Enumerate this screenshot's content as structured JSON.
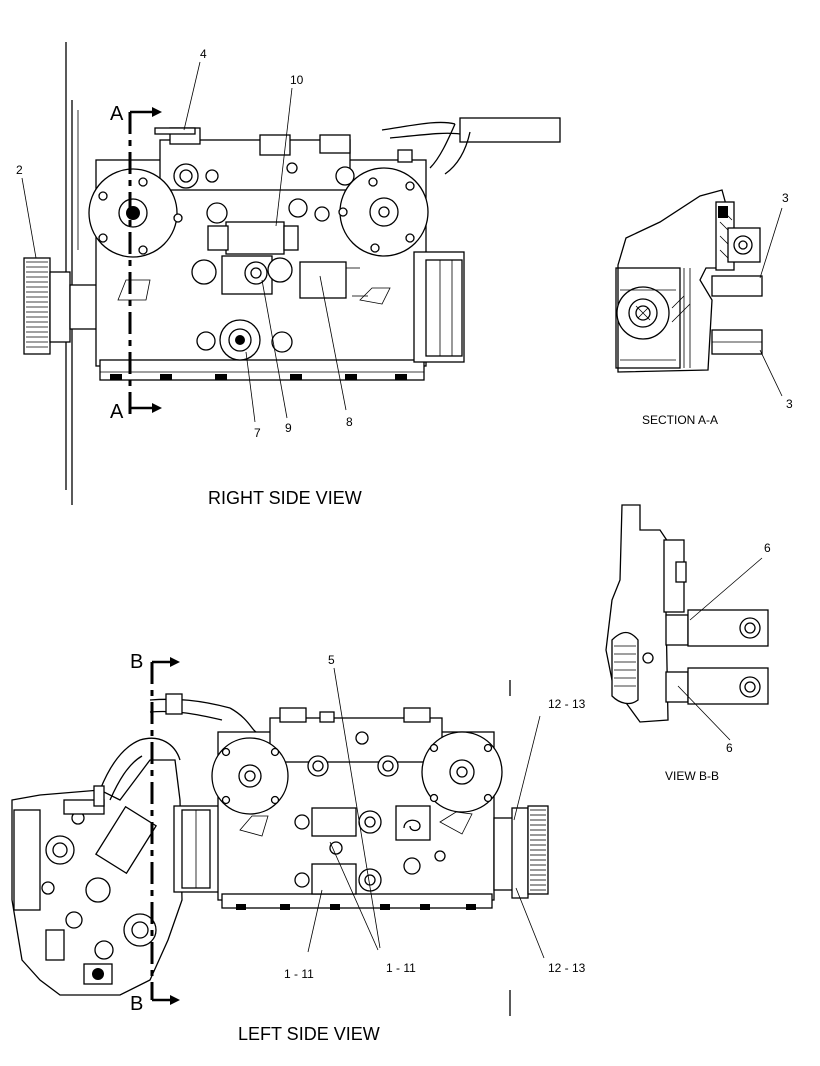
{
  "views": {
    "right_side": "RIGHT SIDE VIEW",
    "left_side": "LEFT SIDE VIEW",
    "section_aa": "SECTION A-A",
    "view_bb": "VIEW B-B"
  },
  "section_marks": {
    "a_top": "A",
    "a_bottom": "A",
    "b_top": "B",
    "b_bottom": "B"
  },
  "callouts": {
    "c2": "2",
    "c4": "4",
    "c10": "10",
    "c7": "7",
    "c9": "9",
    "c8": "8",
    "c3_top": "3",
    "c3_bottom": "3",
    "c6_top": "6",
    "c6_bottom": "6",
    "c5": "5",
    "c12_13_top": "12 - 13",
    "c12_13_bottom": "12 - 13",
    "c1_11_left": "1 - 11",
    "c1_11_right": "1 - 11"
  }
}
